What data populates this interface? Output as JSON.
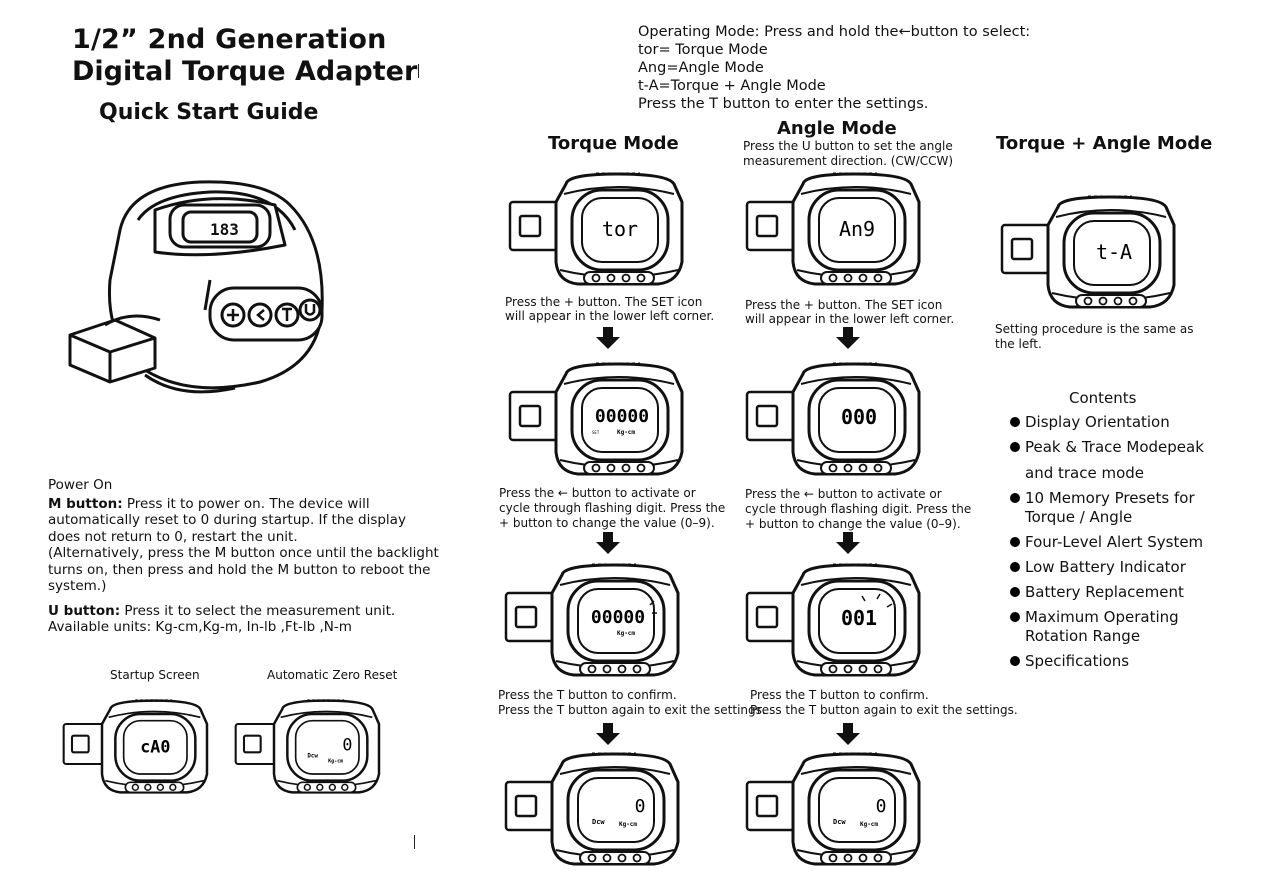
{
  "title": {
    "line1": "1/2”  2nd Generation",
    "line2": "Digital Torque Adapter",
    "subtitle": "Quick Start Guide"
  },
  "operating_mode": {
    "lines": [
      "Operating Mode: Press and hold the←button to select:",
      "tor= Torque Mode",
      "Ang=Angle Mode",
      "t-A=Torque + Angle Mode",
      "Press the T button to enter the settings."
    ]
  },
  "columns": {
    "torque_title": "Torque Mode",
    "angle_title": "Angle Mode",
    "angle_sub1": "Press the U button to set the angle",
    "angle_sub2": "measurement direction. (CW/CCW)",
    "combo_title": "Torque + Angle Mode"
  },
  "torque_steps": {
    "s1": [
      "Press the + button. The SET icon",
      "will appear in the lower left corner."
    ],
    "s2": [
      "Press the ← button to activate or",
      "cycle through flashing digit. Press the",
      "+ button to change the value (0–9)."
    ],
    "s3": [
      "Press the T button to confirm.",
      "Press the T button again to exit the settings."
    ]
  },
  "angle_steps": {
    "s1": [
      "Press the + button. The SET icon",
      "will appear in the lower left corner."
    ],
    "s2": [
      "Press the ← button to activate or",
      "cycle through flashing digit. Press the",
      "+ button to change the value (0–9)."
    ],
    "s3": [
      "Press the T button to confirm.",
      "Press the T button again to exit the settings."
    ]
  },
  "combo_note": [
    "Setting procedure is the same as",
    "the left."
  ],
  "displays": {
    "tor": "tor",
    "ang": "An9",
    "ta": "t-A",
    "torque_value": "00000",
    "angle_value": "000",
    "torque_set": "00000",
    "angle_set": "001",
    "cal": "cA0",
    "zero": "0",
    "unit": "Kg-cm",
    "set": "SET",
    "dir": "Dcw"
  },
  "contents": {
    "heading": "Contents",
    "items": [
      [
        "Display Orientation"
      ],
      [
        "Peak & Trace Modepeak",
        "and trace mode"
      ],
      [
        "10 Memory Presets for",
        "Torque / Angle"
      ],
      [
        "Four-Level Alert System"
      ],
      [
        "Low Battery Indicator"
      ],
      [
        "Battery Replacement"
      ],
      [
        "Maximum Operating",
        "Rotation Range"
      ],
      [
        "Specifications"
      ]
    ]
  },
  "power": {
    "heading": "Power On",
    "m_label": "M button:",
    "m_line1": " Press it to power on. The device will",
    "m_lines": [
      "automatically reset to 0 during startup. If the display",
      "does not return to 0, restart the unit.",
      "(Alternatively, press the M button once until the backlight",
      "turns on, then press and hold the M button to reboot the",
      "system.)"
    ],
    "u_label": "U button:",
    "u_line1": " Press it to select the measurement unit.",
    "u_line2": "Available units:  Kg-cm,Kg-m, In-lb ,Ft-lb ,N-m"
  },
  "bottom": {
    "startup": "Startup Screen",
    "auto_zero": "Automatic Zero Reset"
  }
}
